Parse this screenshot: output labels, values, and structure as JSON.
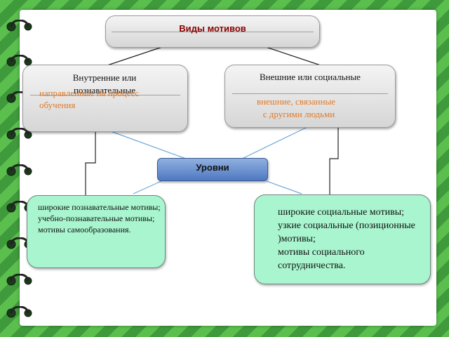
{
  "title": "Виды мотивов",
  "internal": {
    "heading": "Внутренние или познавательные",
    "description": "направленные на процесс обучения"
  },
  "external": {
    "heading": "Внешние или социальные",
    "description_line1": "внешние, связанные",
    "description_line2": "с другими людьми"
  },
  "levels": "Уровни",
  "left_levels": [
    "широкие познавательные мотивы;",
    "учебно-познавательные мотивы;",
    "мотивы самообразования."
  ],
  "right_levels": [
    "широкие социальные мотивы;",
    "узкие социальные (позиционные )мотивы;",
    "мотивы социального сотрудничества."
  ],
  "colors": {
    "title_text": "#8b0000",
    "orange_text": "#e07a28",
    "green_box": "#a8f5cf",
    "levels_box": "#5a82c8",
    "background": "#4aa84a"
  }
}
